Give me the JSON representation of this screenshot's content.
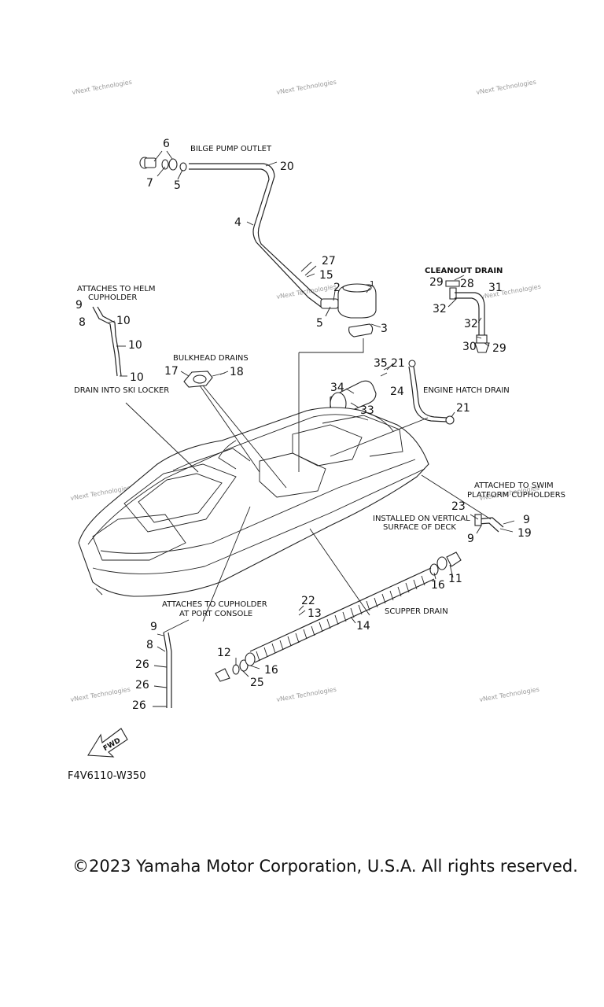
{
  "notes": {
    "bilge_pump_outlet": "BILGE PUMP OUTLET",
    "cleanout_drain": "CLEANOUT DRAIN",
    "attaches_helm_1": "ATTACHES TO HELM",
    "attaches_helm_2": "CUPHOLDER",
    "bulkhead_drains": "BULKHEAD DRAINS",
    "engine_hatch_drain": "ENGINE HATCH DRAIN",
    "drain_ski_locker": "DRAIN INTO SKI LOCKER",
    "attached_swim_1": "ATTACHED TO SWIM",
    "attached_swim_2": "PLATFORM CUPHOLDERS",
    "installed_vertical_1": "INSTALLED ON VERTICAL",
    "installed_vertical_2": "SURFACE OF DECK",
    "attaches_port_1": "ATTACHES TO CUPHOLDER",
    "attaches_port_2": "AT PORT CONSOLE",
    "scupper_drain": "SCUPPER DRAIN"
  },
  "watermark": "vNext Technologies",
  "fwd_label": "FWD",
  "figure_code": "F4V6110-W350",
  "copyright": "©2023 Yamaha Motor Corporation, U.S.A. All rights reserved.",
  "callouts": [
    "6",
    "7",
    "5",
    "20",
    "4",
    "27",
    "15",
    "2",
    "1",
    "5",
    "3",
    "29",
    "28",
    "31",
    "32",
    "32",
    "30",
    "29",
    "9",
    "8",
    "10",
    "10",
    "10",
    "17",
    "18",
    "35",
    "21",
    "34",
    "24",
    "33",
    "21",
    "23",
    "9",
    "9",
    "19",
    "16",
    "11",
    "22",
    "13",
    "14",
    "12",
    "16",
    "25",
    "9",
    "8",
    "26",
    "26",
    "26"
  ]
}
